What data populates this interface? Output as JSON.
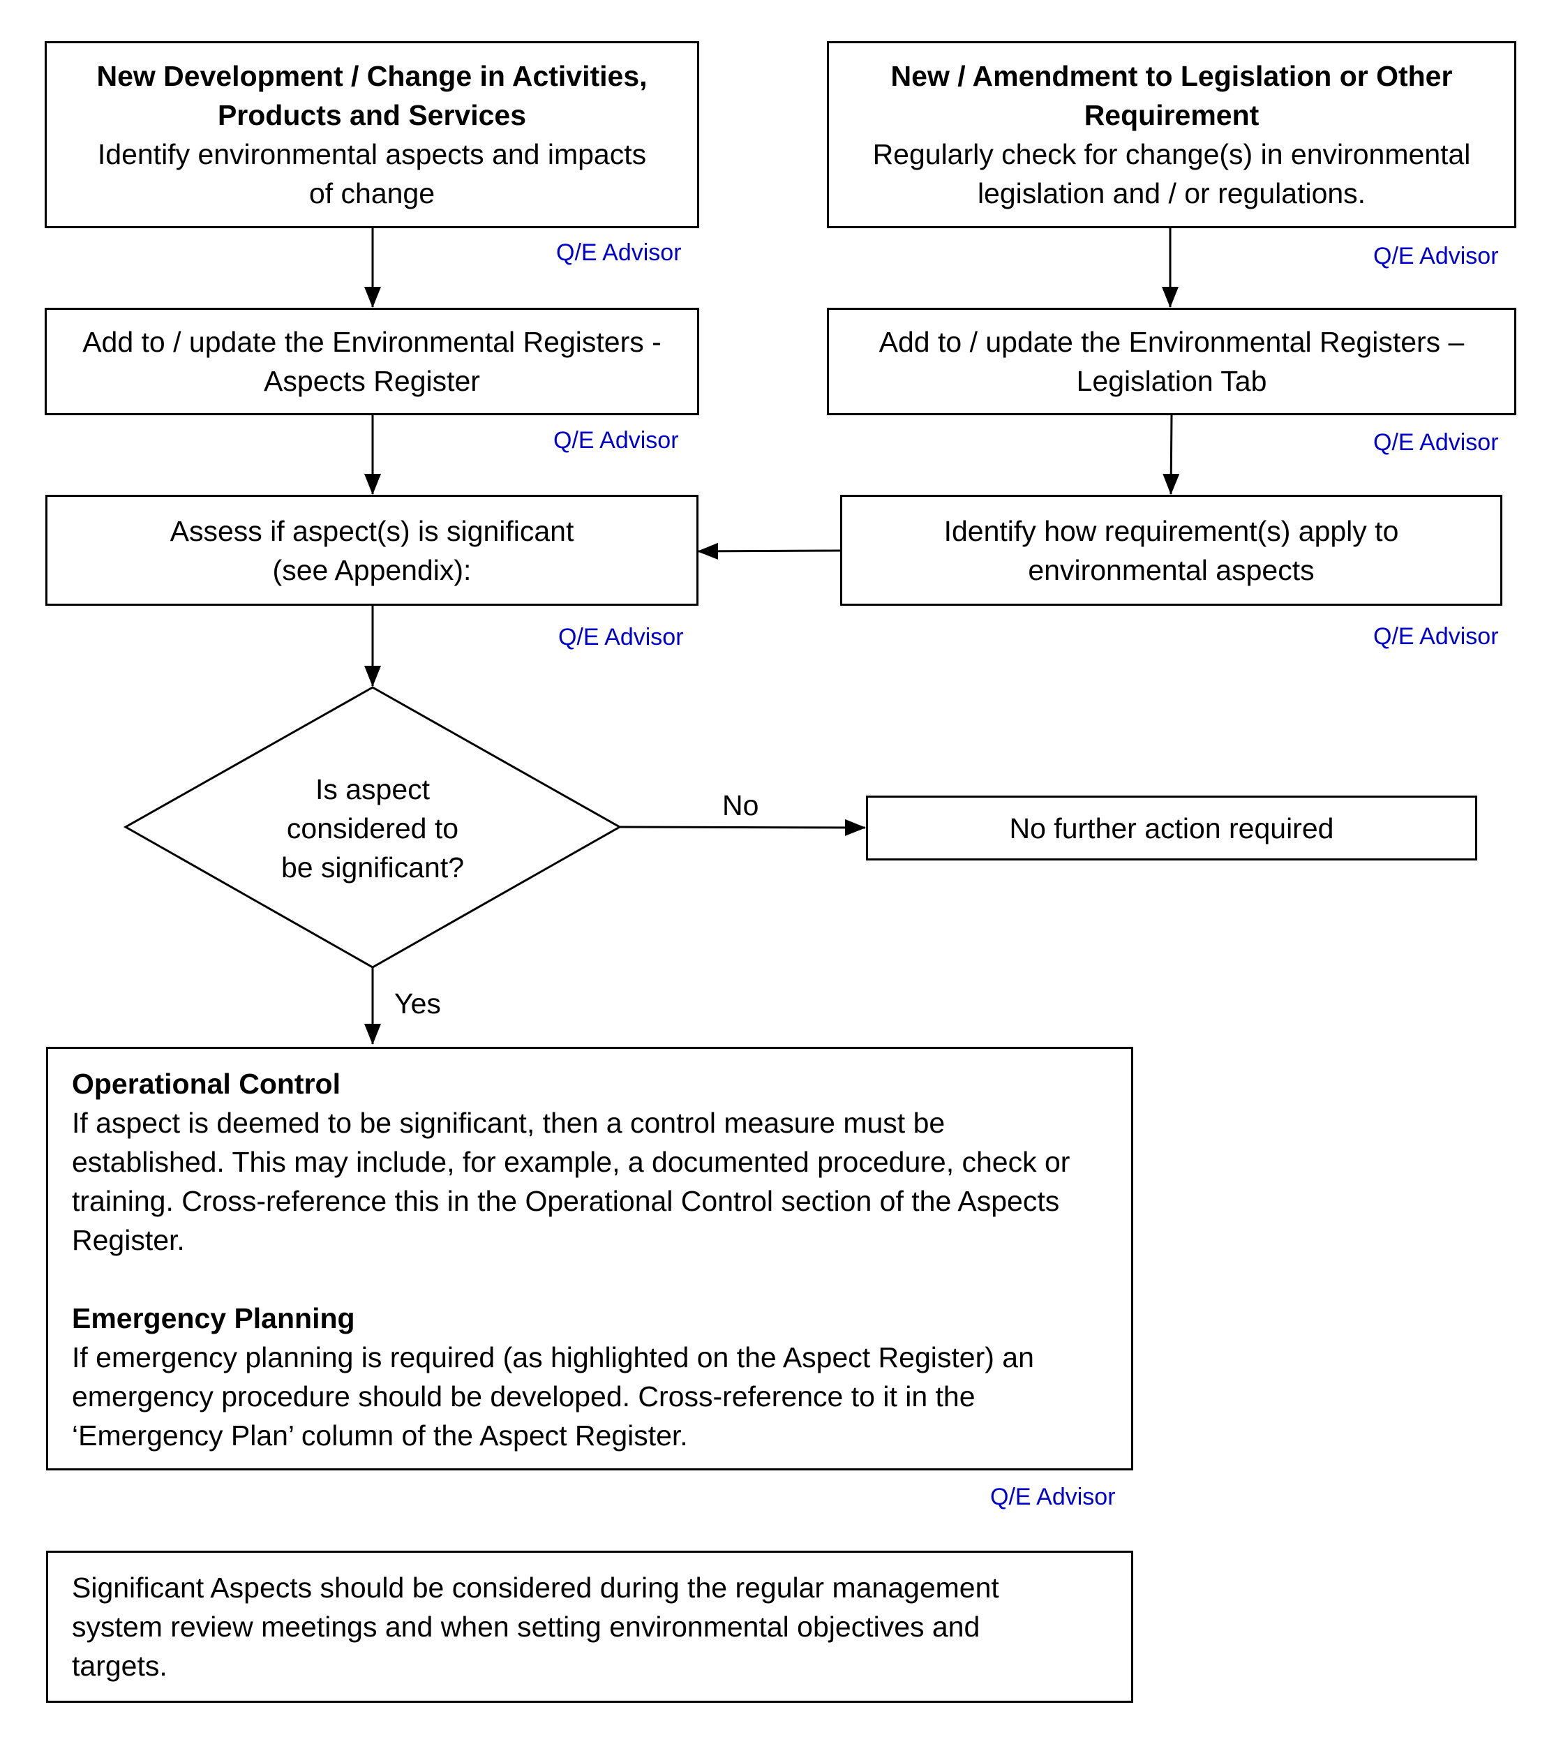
{
  "nodes": {
    "new_development": {
      "title_line1": "New Development / Change in Activities,",
      "title_line2": "Products and Services",
      "body_line1": "Identify environmental aspects and impacts",
      "body_line2": "of change",
      "owner": "Q/E Advisor"
    },
    "new_legislation": {
      "title_line1": "New / Amendment to Legislation or Other",
      "title_line2": "Requirement",
      "body_line1": "Regularly check for change(s) in environmental",
      "body_line2": "legislation and / or regulations.",
      "owner": "Q/E Advisor"
    },
    "update_aspects_register": {
      "line1": "Add to / update the Environmental Registers -",
      "line2": "Aspects Register",
      "owner": "Q/E Advisor"
    },
    "update_legislation_tab": {
      "line1": "Add to / update the Environmental Registers –",
      "line2": "Legislation Tab",
      "owner": "Q/E Advisor"
    },
    "assess_significance": {
      "line1": "Assess if aspect(s) is significant",
      "line2": "(see Appendix):",
      "owner": "Q/E Advisor"
    },
    "identify_requirements": {
      "line1": "Identify how requirement(s) apply to",
      "line2": "environmental aspects",
      "owner": "Q/E Advisor"
    },
    "decision": {
      "line1": "Is aspect",
      "line2": "considered to",
      "line3": "be significant?"
    },
    "no_action": {
      "text": "No further action required"
    },
    "operational_control": {
      "heading1": "Operational Control",
      "body1_line1": "If aspect is deemed to be significant, then a control measure must be",
      "body1_line2": "established.  This may include, for example, a documented procedure, check or",
      "body1_line3": "training.  Cross-reference this in the Operational Control section of the Aspects",
      "body1_line4": "Register.",
      "heading2": "Emergency Planning",
      "body2_line1": "If emergency planning is required (as highlighted on the Aspect Register) an",
      "body2_line2": "emergency procedure should be developed.  Cross-reference to it in the",
      "body2_line3": "‘Emergency Plan’ column of the Aspect Register.",
      "owner": "Q/E Advisor"
    },
    "review": {
      "line1": "Significant Aspects should be considered during the regular management",
      "line2": "system review meetings and when setting environmental objectives and",
      "line3": "targets."
    }
  },
  "edges": {
    "no_label": "No",
    "yes_label": "Yes"
  },
  "colors": {
    "owner_text": "#0000cc",
    "border": "#000000"
  }
}
